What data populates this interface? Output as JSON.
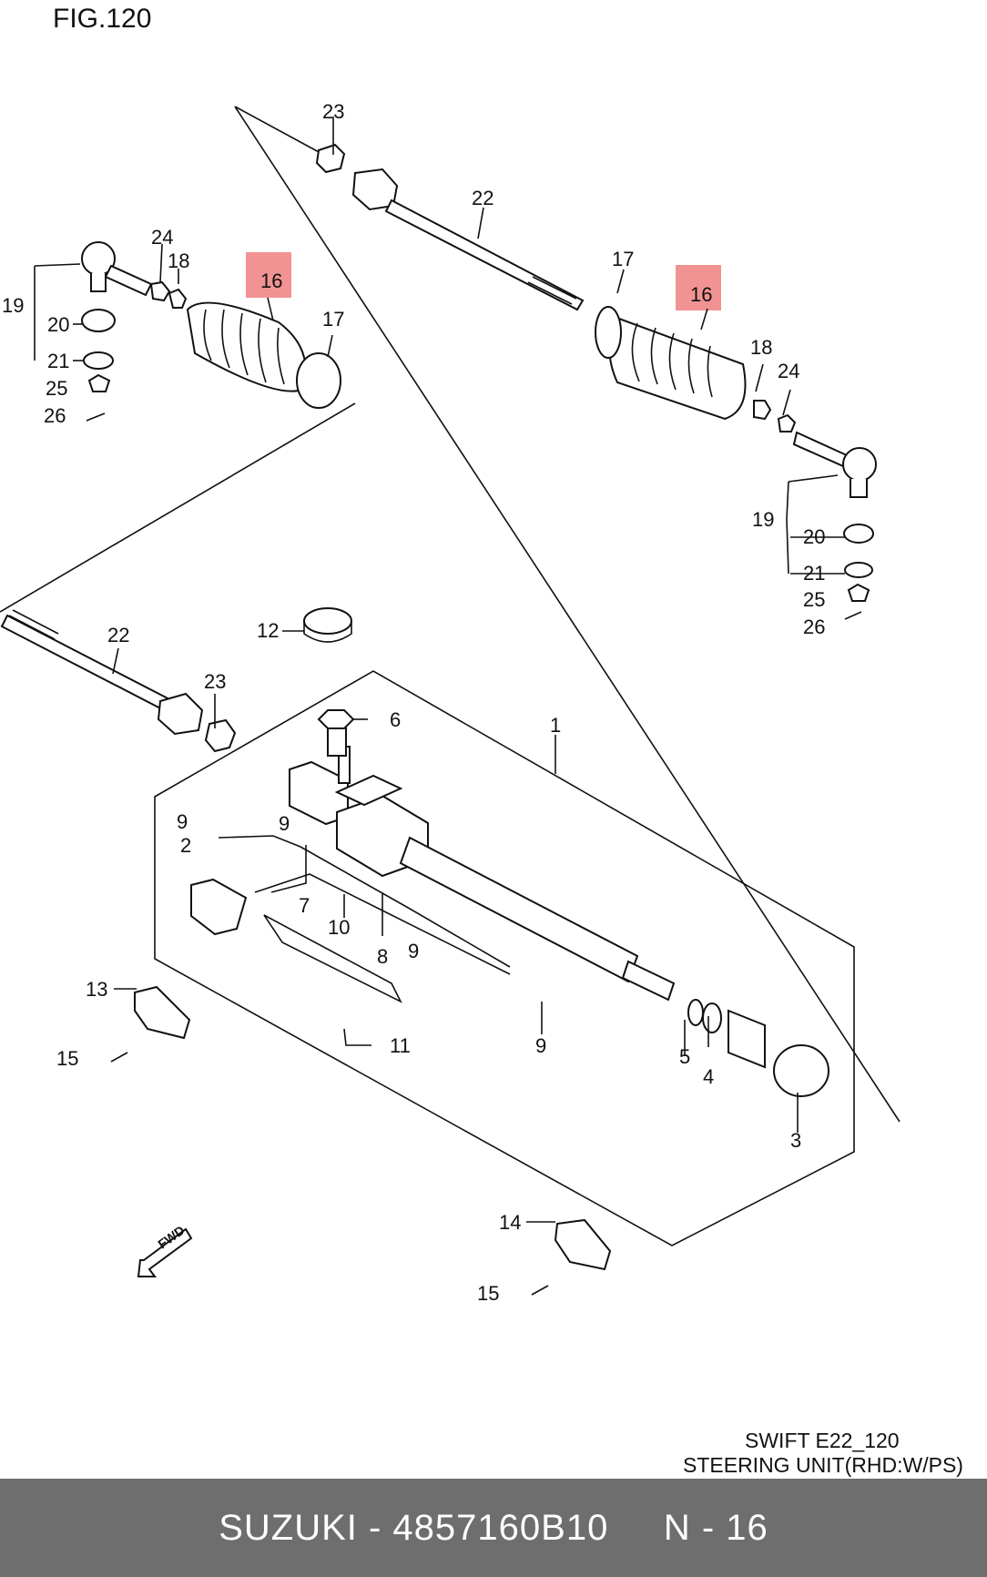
{
  "figure_label": "FIG.120",
  "caption": {
    "line1": "SWIFT E22_120",
    "line2": "STEERING UNIT(RHD:W/PS)"
  },
  "footer": {
    "brand": "SUZUKI",
    "part_number": "4857160B10",
    "ref": "N - 16",
    "text": "SUZUKI - 4857160B10     N - 16"
  },
  "highlight_color": "#f08080",
  "callouts": {
    "c1": "1",
    "c2": "2",
    "c3": "3",
    "c4": "4",
    "c5": "5",
    "c6": "6",
    "c7": "7",
    "c8": "8",
    "c9a": "9",
    "c9b": "9",
    "c9c": "9",
    "c9d": "9",
    "c10": "10",
    "c11": "11",
    "c12": "12",
    "c13": "13",
    "c14": "14",
    "c15a": "15",
    "c15b": "15",
    "c16a": "16",
    "c16b": "16",
    "c17a": "17",
    "c17b": "17",
    "c18a": "18",
    "c18b": "18",
    "c19a": "19",
    "c19b": "19",
    "c20a": "20",
    "c20b": "20",
    "c21a": "21",
    "c21b": "21",
    "c22a": "22",
    "c22b": "22",
    "c23a": "23",
    "c23b": "23",
    "c24a": "24",
    "c24b": "24",
    "c25a": "25",
    "c25b": "25",
    "c26a": "26",
    "c26b": "26"
  },
  "fwd_label": "FWD"
}
